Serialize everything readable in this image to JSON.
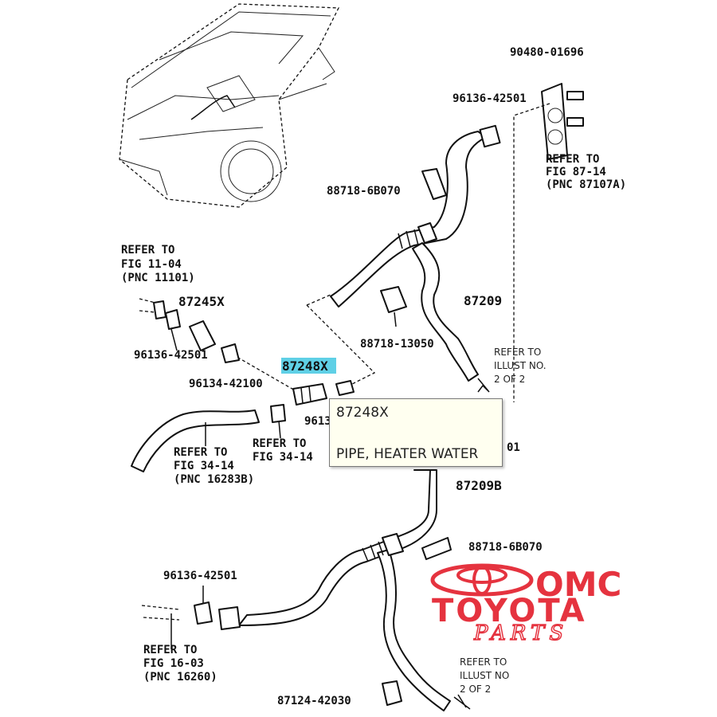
{
  "labels": {
    "p90480": "90480-01696",
    "p96136_top": "96136-42501",
    "refer_87_14_l1": "REFER TO",
    "refer_87_14_l2": "FIG 87-14",
    "refer_87_14_l3": "(PNC 87107A)",
    "p88718_6b070_top": "88718-6B070",
    "refer_11_04_l1": "REFER TO",
    "refer_11_04_l2": "FIG 11-04",
    "refer_11_04_l3": "(PNC 11101)",
    "p87245x": "87245X",
    "p87209": "87209",
    "p96136_mid": "96136-42501",
    "p88718_13050": "88718-13050",
    "p87248x": "87248X",
    "refer_illust_top_l1": "REFER TO",
    "refer_illust_top_l2": "ILLUST NO.",
    "refer_illust_top_l3": "2 OF 2",
    "p96134": "96134-42100",
    "p9613_partial": "9613",
    "refer_34_14_a_l1": "REFER TO",
    "refer_34_14_a_l2": "FIG 34-14",
    "refer_34_14_a_l3": "(PNC 16283B)",
    "refer_34_14_b_l1": "REFER TO",
    "refer_34_14_b_l2": "FIG 34-14",
    "p01_partial": "01",
    "p87209b": "87209B",
    "p88718_6b070_bottom": "88718-6B070",
    "p96136_bottom": "96136-42501",
    "refer_16_03_l1": "REFER TO",
    "refer_16_03_l2": "FIG 16-03",
    "refer_16_03_l3": "(PNC 16260)",
    "refer_illust_bottom_l1": "REFER TO",
    "refer_illust_bottom_l2": "ILLUST NO",
    "refer_illust_bottom_l3": "2 OF 2",
    "p87124": "87124-42030"
  },
  "tooltip": {
    "part_number": "87248X",
    "part_name": "PIPE, HEATER WATER"
  },
  "watermark": {
    "line1": "OMC",
    "line2": "TOYOTA",
    "line3": "PARTS"
  },
  "colors": {
    "highlight": "#5fd0e6",
    "brand_red": "#e5333f",
    "tooltip_bg": "#fffff0"
  }
}
